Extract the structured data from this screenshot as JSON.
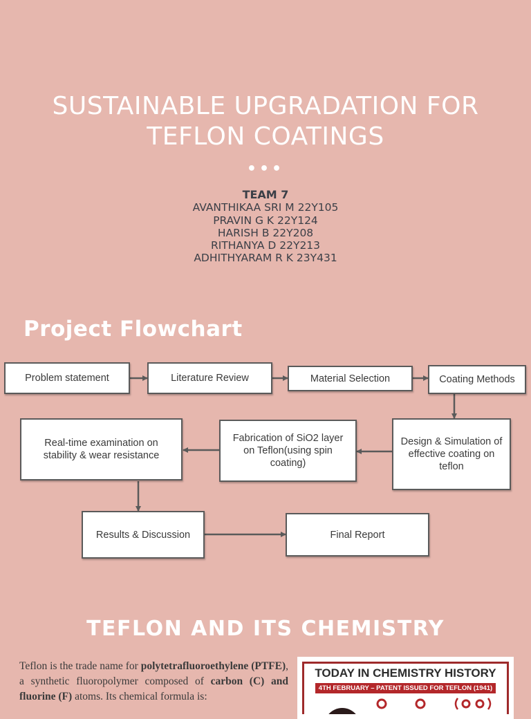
{
  "title_slide": {
    "title_line1": "SUSTAINABLE UPGRADATION FOR",
    "title_line2": "TEFLON COATINGS",
    "dots": "•••",
    "team_heading": "TEAM 7",
    "members": [
      "AVANTHIKAA SRI M  22Y105",
      "PRAVIN G K  22Y124",
      "HARISH B  22Y208",
      "RITHANYA D  22Y213",
      "ADHITHYARAM R K  23Y431"
    ]
  },
  "flowchart": {
    "heading": "Project Flowchart",
    "steps": {
      "problem": "Problem statement",
      "literature": "Literature Review",
      "material": "Material Selection",
      "coating": "Coating Methods",
      "design": "Design & Simulation of effective coating on teflon",
      "fabrication": "Fabrication of SiO2 layer on Teflon(using spin coating)",
      "examination": "Real-time examination on stability & wear resistance",
      "results": "Results & Discussion",
      "report": "Final Report"
    }
  },
  "chemistry": {
    "heading": "TEFLON AND ITS CHEMISTRY",
    "p_1": "Teflon is the trade name for ",
    "p_bold_1": "polytetrafluoroethylene (PTFE)",
    "p_2": ", a synthetic fluoropolymer composed of ",
    "p_bold_2": "carbon (C) and fluorine (F)",
    "p_3": " atoms. Its chemical formula is:",
    "card_title": "TODAY IN CHEMISTRY HISTORY",
    "card_subtitle": "4TH FEBRUARY – PATENT ISSUED FOR TEFLON (1941)"
  },
  "colors": {
    "background": "#e6b7ae",
    "heading_white": "#ffffff",
    "body_text": "#3b3f47",
    "card_red": "#b3272a"
  }
}
